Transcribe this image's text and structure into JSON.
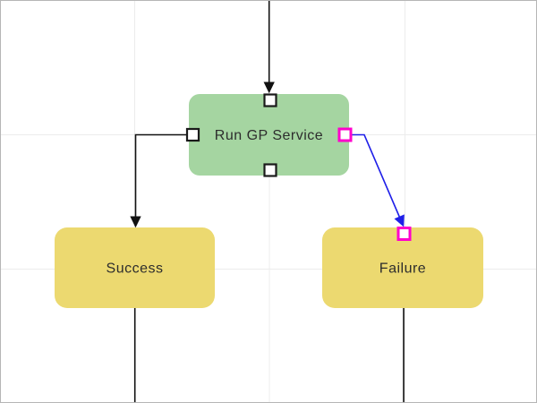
{
  "canvas": {
    "background": "#ffffff",
    "border_color": "#b6b6b6",
    "grid_color": "#ececec"
  },
  "diagram": {
    "nodes": [
      {
        "name": "run-gp-service",
        "label": "Run GP Service",
        "fill": "#a5d5a1"
      },
      {
        "name": "success",
        "label": "Success",
        "fill": "#ecd970"
      },
      {
        "name": "failure",
        "label": "Failure",
        "fill": "#ecd970"
      }
    ],
    "colors": {
      "link_default": "#111111",
      "link_selected": "#1f1fe8",
      "port_fill": "#ffffff",
      "port_stroke": "#1a1a1a",
      "port_selected_stroke": "#ff00cc",
      "label_color": "#2d2d2d"
    },
    "links": [
      {
        "name": "link-into-run-gp-service",
        "color": "#111111"
      },
      {
        "name": "link-run-gp-service-to-success",
        "color": "#111111"
      },
      {
        "name": "link-run-gp-service-to-failure",
        "color": "#1f1fe8",
        "selected": true
      },
      {
        "name": "link-out-of-success",
        "color": "#111111"
      },
      {
        "name": "link-out-of-failure",
        "color": "#111111"
      }
    ]
  }
}
